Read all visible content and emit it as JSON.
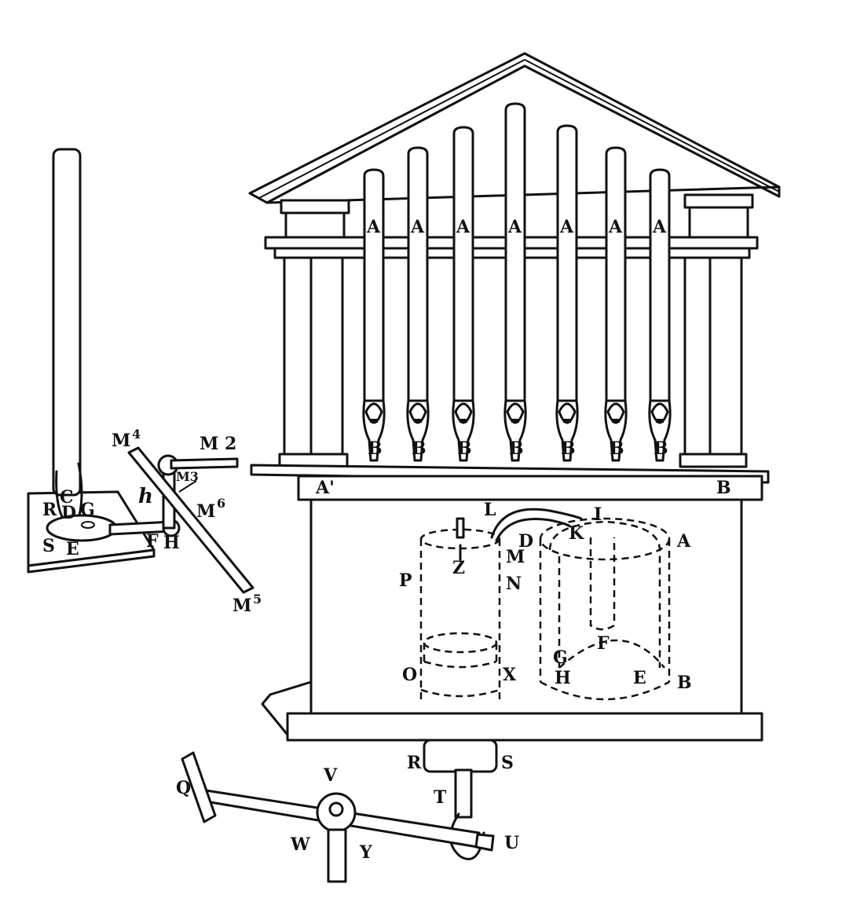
{
  "labels": {
    "A": "A",
    "A_prime": "A'",
    "B": "B",
    "C": "C",
    "D": "D",
    "E": "E",
    "F": "F",
    "G": "G",
    "H": "H",
    "I": "I",
    "K": "K",
    "L": "L",
    "M": "M",
    "N": "N",
    "O": "O",
    "P": "P",
    "Q": "Q",
    "R": "R",
    "S": "S",
    "T": "T",
    "U": "U",
    "V": "V",
    "W": "W",
    "X": "X",
    "Y": "Y",
    "Z": "Z",
    "h": "h",
    "M2": "M 2",
    "M3": "M3",
    "M4": "M",
    "M4_sup": "4",
    "M5": "M",
    "M5_sup": "5",
    "M6": "M",
    "M6_sup": "6"
  },
  "pipes": {
    "count": 7,
    "top_label": "A",
    "bottom_label": "B"
  }
}
